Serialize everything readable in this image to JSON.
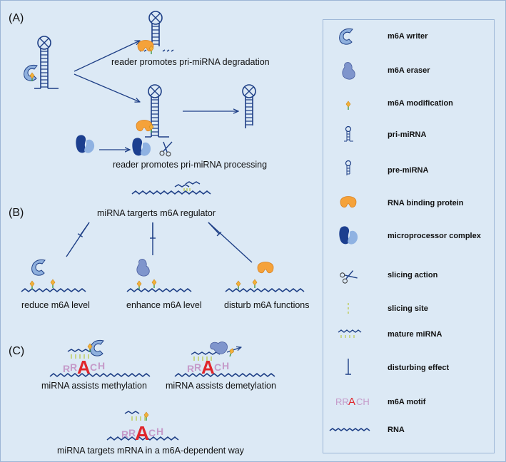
{
  "sections": {
    "A": {
      "label": "(A)",
      "degradation_caption": "reader promotes pri-miRNA degradation",
      "processing_caption": "reader promotes pri-miRNA processing"
    },
    "B": {
      "label": "(B)",
      "center_caption": "miRNA targerts m6A regulator",
      "outcomes": [
        "reduce m6A level",
        "enhance m6A level",
        "disturb m6A functions"
      ]
    },
    "C": {
      "label": "(C)",
      "captions": [
        "miRNA assists methylation",
        "miRNA assists demetylation",
        "miRNA targets mRNA in a m6A-dependent way"
      ],
      "motif_letters": [
        "R",
        "R",
        "A",
        "C",
        "H"
      ]
    }
  },
  "legend": {
    "items": [
      {
        "label": "m6A writer",
        "icon": "writer-icon"
      },
      {
        "label": "m6A eraser",
        "icon": "eraser-icon"
      },
      {
        "label": "m6A modification",
        "icon": "modification-icon"
      },
      {
        "label": "pri-miRNA",
        "icon": "pri-mirna-icon"
      },
      {
        "label": "pre-miRNA",
        "icon": "pre-mirna-icon"
      },
      {
        "label": "RNA binding protein",
        "icon": "rbp-icon"
      },
      {
        "label": "microprocessor complex",
        "icon": "microprocessor-icon"
      },
      {
        "label": "slicing action",
        "icon": "scissors-icon"
      },
      {
        "label": "slicing site",
        "icon": "slicing-site-icon"
      },
      {
        "label": "mature miRNA",
        "icon": "mature-mirna-icon"
      },
      {
        "label": "disturbing effect",
        "icon": "inhibit-icon"
      },
      {
        "label": "m6A motif",
        "icon": "motif-icon"
      },
      {
        "label": "RNA",
        "icon": "rna-icon"
      }
    ],
    "motif_text": {
      "pre": "RR",
      "mid": "A",
      "post": "CH"
    }
  },
  "colors": {
    "background": "#dce9f5",
    "rna": "#1e3f86",
    "writer": "#8fb0dd",
    "eraser": "#7f95cc",
    "rbp": "#f5a23a",
    "modification_fill": "#f3b13a",
    "modification_stem": "#3d9b4a",
    "microprocessor_dark": "#1c3f8f",
    "microprocessor_light": "#8fb2e2",
    "motif_pink": "#c59ac9",
    "motif_red": "#e0262b",
    "slicing_site": "#b7c63b"
  }
}
